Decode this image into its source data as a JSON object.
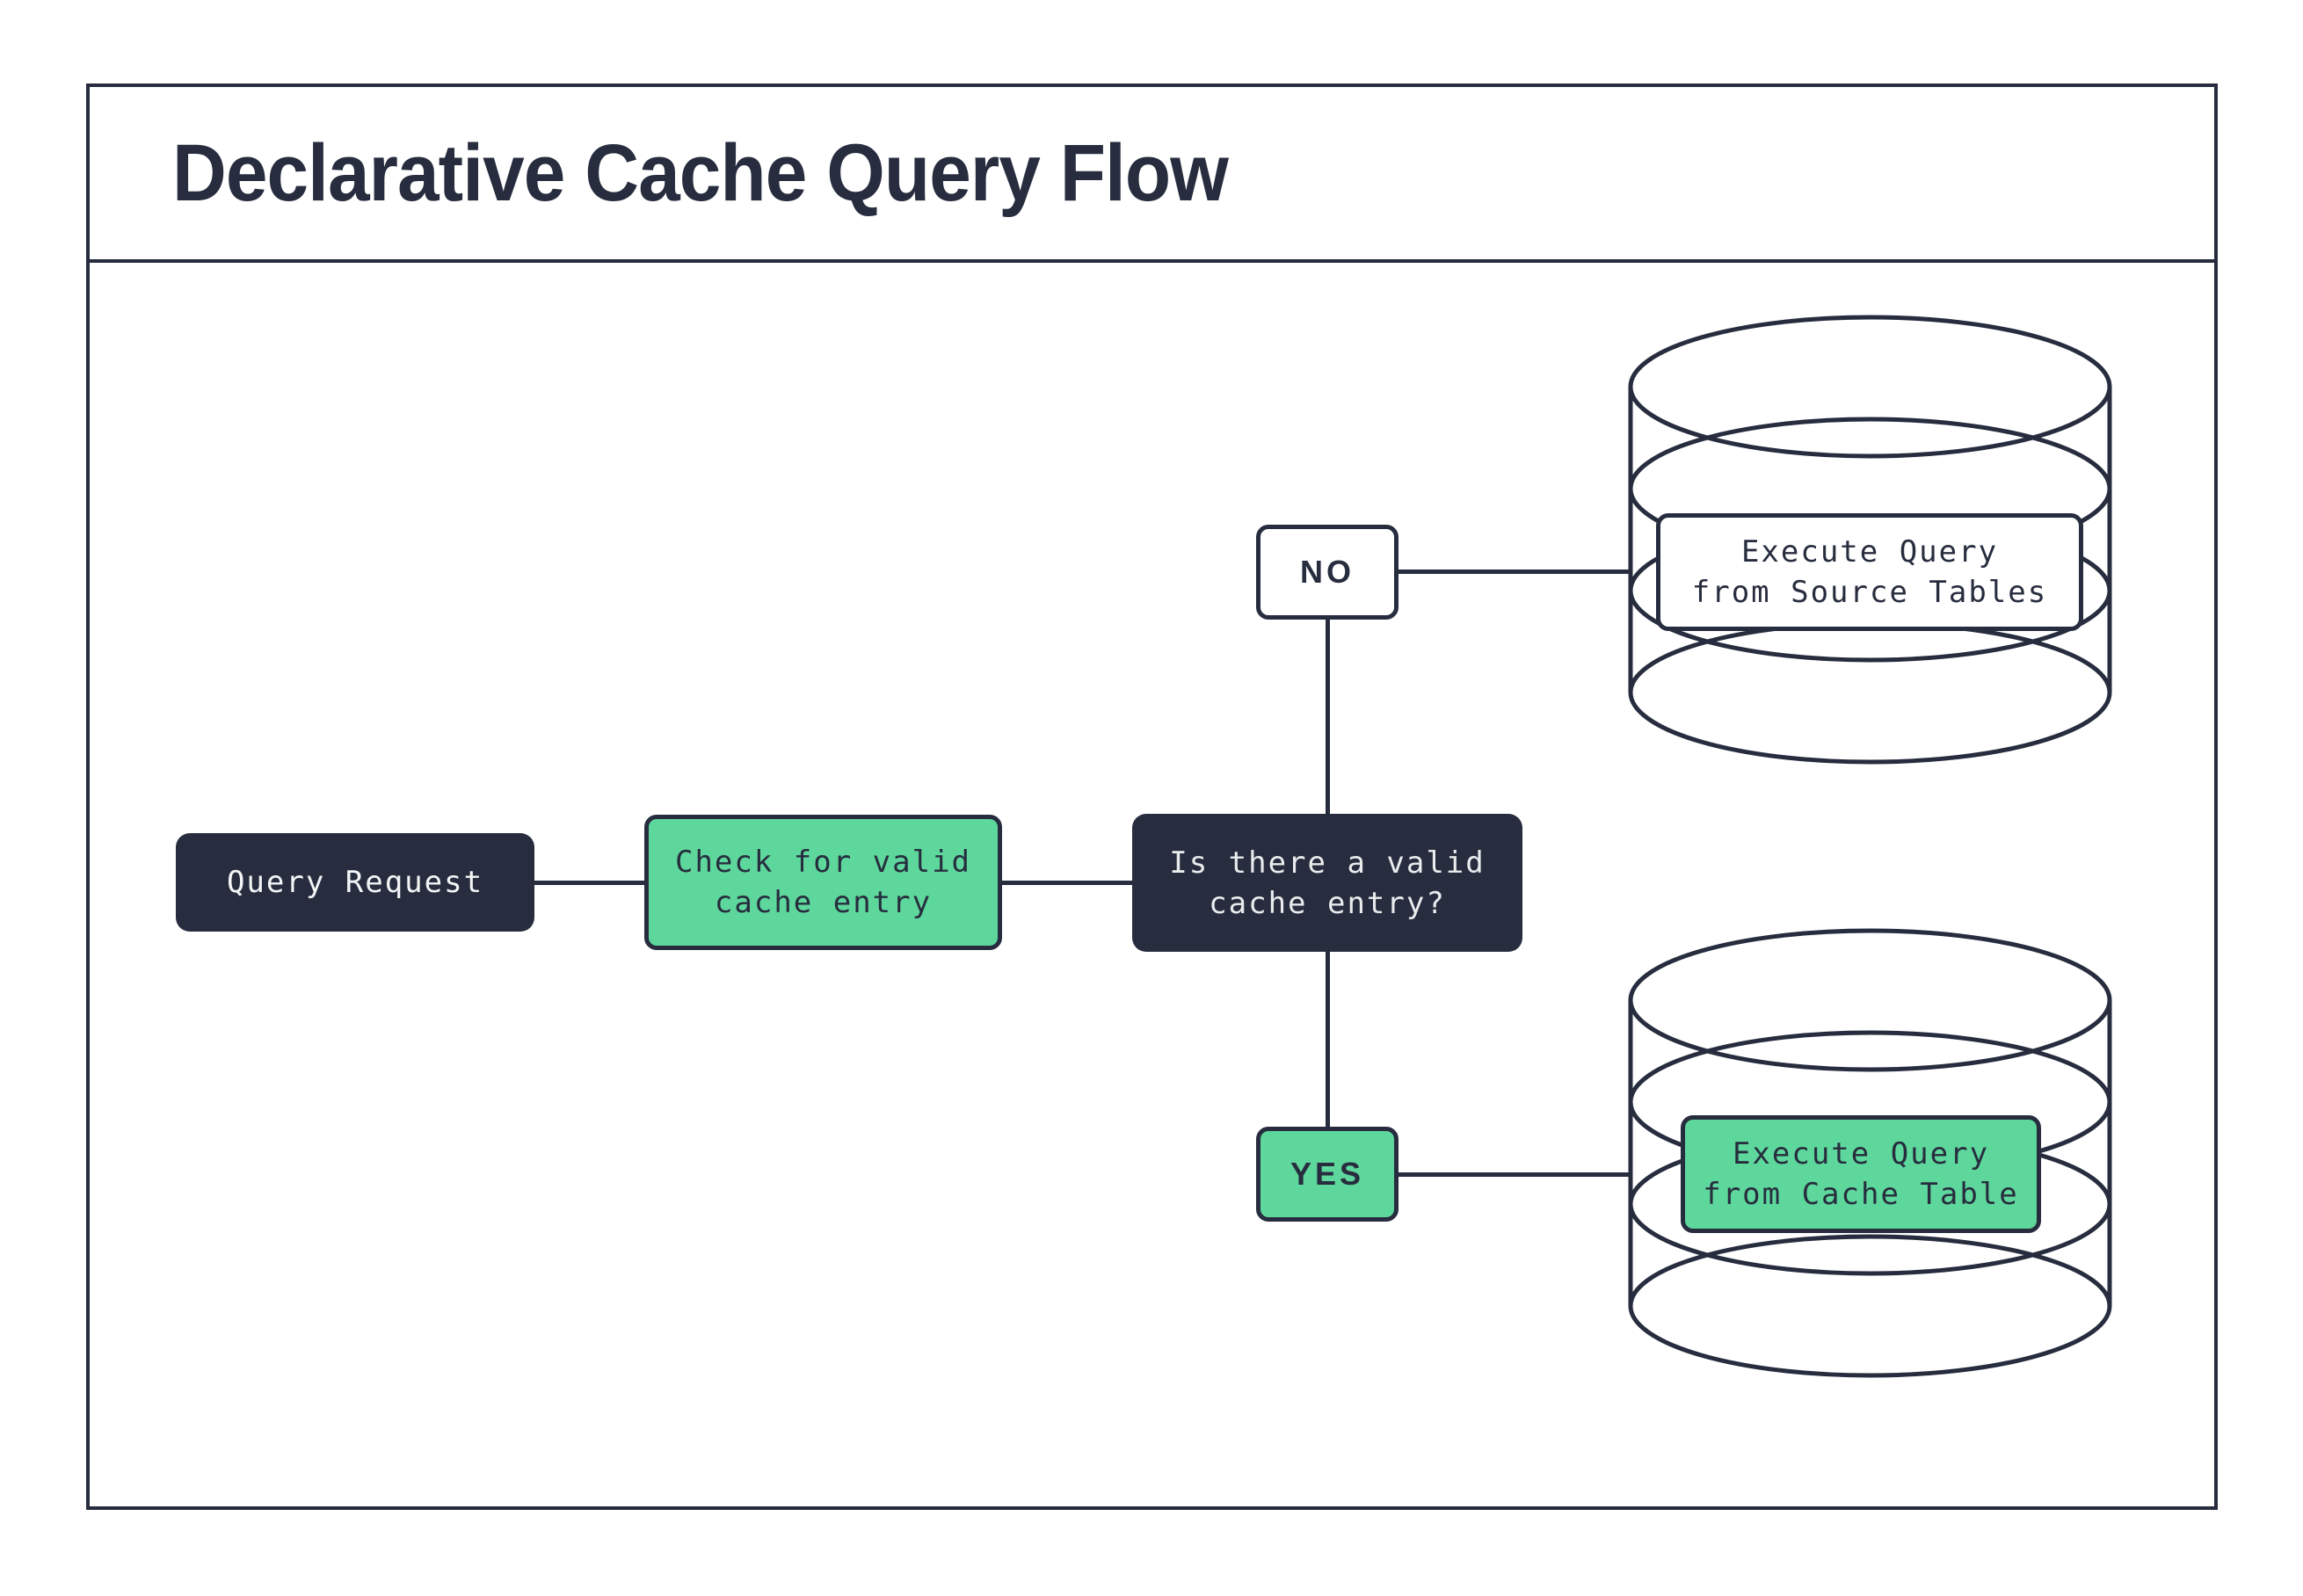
{
  "header": {
    "title": "Declarative Cache Query Flow"
  },
  "flow": {
    "query_request": {
      "label": "Query Request"
    },
    "check_cache": {
      "line1": "Check for valid",
      "line2": "cache entry"
    },
    "decision": {
      "line1": "Is there a valid",
      "line2": "cache entry?"
    },
    "no_branch": {
      "label": "NO"
    },
    "yes_branch": {
      "label": "YES"
    },
    "source_db": {
      "line1": "Execute Query",
      "line2": "from Source Tables"
    },
    "cache_db": {
      "line1": "Execute Query",
      "line2": "from Cache Table"
    }
  },
  "colors": {
    "ink": "#272d3e",
    "green": "#5ed79c",
    "paper": "#ffffff",
    "light_text": "#f4f5f7",
    "decision_text": "#e9ebed"
  }
}
